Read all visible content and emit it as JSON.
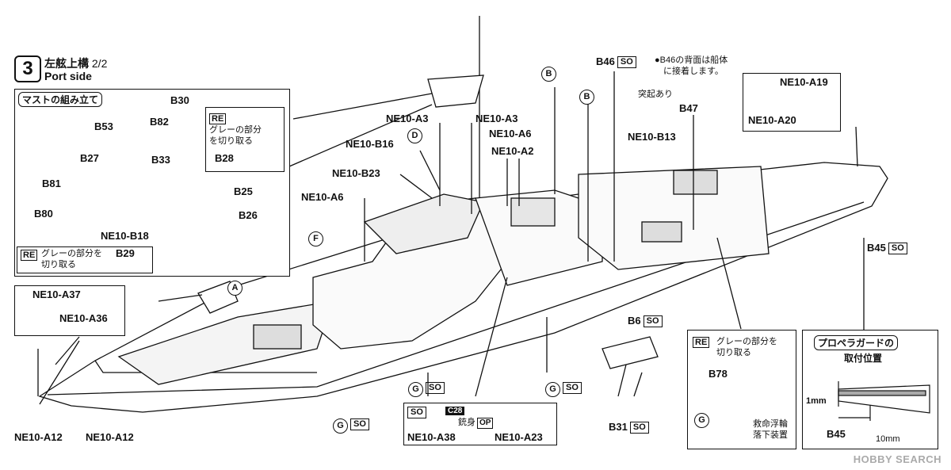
{
  "step": {
    "number": "3",
    "title_jp": "左舷上構",
    "title_frac": "2/2",
    "subtitle": "Port side"
  },
  "mast_panel": {
    "title": "マストの組み立て",
    "re_tag": "RE",
    "re_note_line1": "グレーの部分",
    "re_note_line2": "を切り取る",
    "re_bottom_tag": "RE",
    "re_bottom_line1": "グレーの部分を",
    "re_bottom_line2": "切り取る",
    "parts": [
      "B30",
      "B82",
      "B53",
      "B33",
      "B28",
      "B27",
      "B25",
      "B81",
      "B26",
      "B80",
      "NE10-B18",
      "B29"
    ]
  },
  "main_labels": {
    "ne10_a37": "NE10-A37",
    "ne10_a36": "NE10-A36",
    "ne10_a12_a": "NE10-A12",
    "ne10_a12_b": "NE10-A12",
    "ne10_a3_a": "NE10-A3",
    "ne10_a3_b": "NE10-A3",
    "ne10_a6_a": "NE10-A6",
    "ne10_a6_b": "NE10-A6",
    "ne10_a2": "NE10-A2",
    "ne10_b16": "NE10-B16",
    "ne10_b23": "NE10-B23",
    "ne10_b13": "NE10-B13",
    "b47": "B47",
    "b46": "B46",
    "b46_note_line1": "●B46の背面は船体",
    "b46_note_line2": "に接着します。",
    "b46_protrusion": "突起あり",
    "ne10_a19": "NE10-A19",
    "ne10_a20": "NE10-A20",
    "b45": "B45",
    "b6": "B6",
    "b31": "B31",
    "so": "SO"
  },
  "callouts": {
    "A": "A",
    "B1": "B",
    "B2": "B",
    "D": "D",
    "F": "F",
    "G": "G"
  },
  "center_box": {
    "so": "SO",
    "c28": "C28",
    "gun_label": "銃身",
    "op": "OP",
    "ne10_a38": "NE10-A38",
    "ne10_a23": "NE10-A23"
  },
  "lifebuoy_box": {
    "re_tag": "RE",
    "note_line1": "グレーの部分を",
    "note_line2": "切り取る",
    "b78": "B78",
    "g": "G",
    "device_line1": "救命浮輪",
    "device_line2": "落下装置"
  },
  "propeller_box": {
    "title_line1": "プロペラガードの",
    "title_line2": "取付位置",
    "dim_1mm": "1mm",
    "dim_10mm": "10mm",
    "b45": "B45"
  },
  "watermark": "HOBBY SEARCH"
}
